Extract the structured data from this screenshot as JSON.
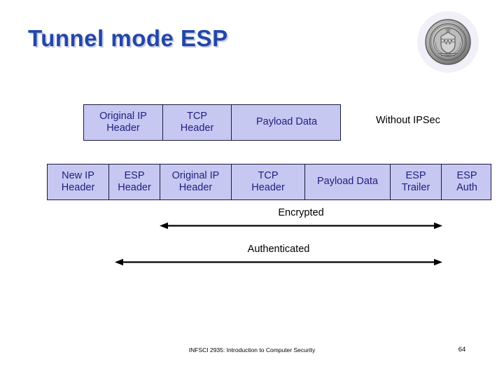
{
  "slide": {
    "title": "Tunnel mode ESP",
    "title_color": "#2346a8",
    "background_color": "#ffffff"
  },
  "seal": {
    "icon": "university-seal-icon",
    "description": "University seal"
  },
  "diagram": {
    "cell_fill_color": "#c7c8f2",
    "cell_text_color": "#1f2080",
    "cell_border_color": "#1a1a3c",
    "rows": [
      {
        "name": "without-ipsec-packet",
        "caption": "Without IPSec",
        "cells": [
          {
            "label": "Original IP\nHeader",
            "width": 113
          },
          {
            "label": "TCP\nHeader",
            "width": 98
          },
          {
            "label": "Payload Data",
            "width": 157
          }
        ]
      },
      {
        "name": "tunnel-mode-esp-packet",
        "caption": "",
        "cells": [
          {
            "label": "New IP\nHeader",
            "width": 88
          },
          {
            "label": "ESP\nHeader",
            "width": 73
          },
          {
            "label": "Original IP\nHeader",
            "width": 102
          },
          {
            "label": "TCP\nHeader",
            "width": 105
          },
          {
            "label": "Payload Data",
            "width": 122
          },
          {
            "label": "ESP\nTrailer",
            "width": 73
          },
          {
            "label": "ESP\nAuth",
            "width": 72
          }
        ]
      }
    ],
    "spans": [
      {
        "name": "encrypted-span",
        "label": "Encrypted"
      },
      {
        "name": "authenticated-span",
        "label": "Authenticated"
      }
    ]
  },
  "footer": {
    "course": "INFSCI 2935: Introduction to Computer Security",
    "page_number": "64"
  }
}
